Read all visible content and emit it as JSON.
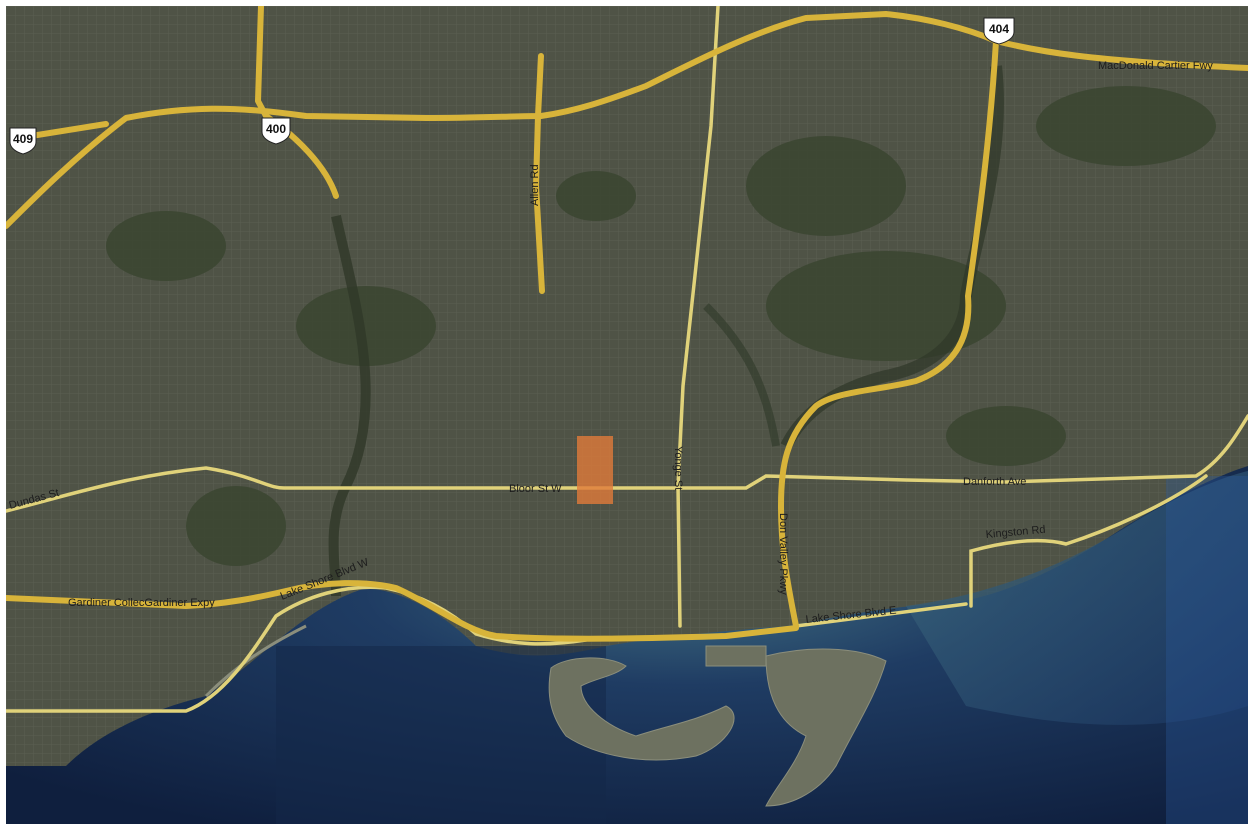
{
  "map": {
    "imagery": "satellite",
    "colors": {
      "urban": "#4c5044",
      "urban_light": "#6b6e5f",
      "park": "#3f4a35",
      "ravine": "#353d2f",
      "lake_deep": "#0f1f3e",
      "lake_mid": "#1f3c63",
      "lake_shallow": "#3e6b7f",
      "highway": "#d8b43a",
      "arterial": "#e0d27a",
      "highlight": "#e07a3a"
    },
    "shields": [
      {
        "id": "hwy-409",
        "text": "409"
      },
      {
        "id": "hwy-400",
        "text": "400"
      },
      {
        "id": "hwy-404",
        "text": "404"
      }
    ],
    "labels": {
      "macdonald": "MacDonald Cartier Fwy",
      "allen": "Allen Rd",
      "yonge": "Yonge St",
      "bloor": "Bloor St W",
      "danforth": "Danforth Ave",
      "kingston": "Kingston Rd",
      "dvp": "Don Valley Pkwy",
      "gardiner": "Gardiner CollecGardiner Expy",
      "lakeshore_w": "Lake Shore Blvd W",
      "lakeshore_e": "Lake Shore Blvd E",
      "dundas": "Dundas St"
    }
  }
}
